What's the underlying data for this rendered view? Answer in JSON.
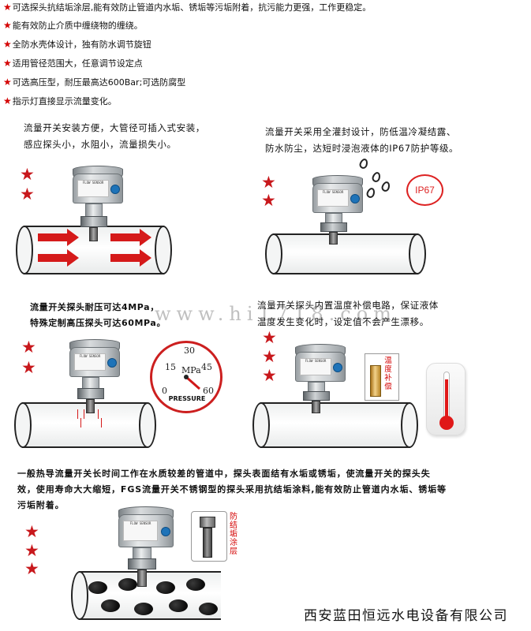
{
  "features": [
    "可选探头抗结垢涂层,能有效防止管道内水垢、锈垢等污垢附着，抗污能力更强，工作更稳定。",
    "能有效防止介质中缠绕物的缠绕。",
    "全防水壳体设计，独有防水调节旋钮",
    "适用管径范围大，任意调节设定点",
    "可选高压型，耐压最高达600Bar;可选防腐型",
    "指示灯直接显示流量变化。"
  ],
  "bullet_symbol": "★",
  "star_symbol": "★",
  "panels": {
    "install": {
      "caption": [
        "流量开关安装方便，大管径可插入式安装，",
        "感应探头小，水阻小，流量损失小。"
      ]
    },
    "sealed": {
      "caption": [
        "流量开关采用全灌封设计，防低温冷凝结露、",
        "防水防尘，达短时浸泡液体的IP67防护等级。"
      ],
      "badge": "IP67"
    },
    "pressure": {
      "caption": [
        "流量开关探头耐压可达4MPa，",
        "特殊定制高压探头可达60MPa。"
      ],
      "gauge": {
        "ticks": [
          "0",
          "15",
          "30",
          "45",
          "60"
        ],
        "unit": "MPa",
        "label": "PRESSURE"
      }
    },
    "temperature": {
      "caption": [
        "流量开关探头内置温度补偿电路，保证液体",
        "温度发生变化时，设定值不会产生漂移。"
      ],
      "probe_label": "温度补偿"
    },
    "coating": {
      "caption": [
        "一般热导流量开关长时间工作在水质较差的管道中，探头表面结有水垢或锈垢，使流量开关的探头失",
        "效，使用寿命大大缩短，FGS流量开关不锈钢型的探头采用抗结垢涂料,能有效防止管道内水垢、锈垢等",
        "污垢附着。"
      ],
      "probe_label": "防结垢涂层"
    }
  },
  "sensor_label": "FLOW SENSOR",
  "watermark": "www.hi1718.com",
  "company": "西安蓝田恒远水电设备有限公司",
  "colors": {
    "accent_red": "#d40000",
    "star_red": "#c8181c",
    "arrow_red": "#d51a1a",
    "sensor_blue": "#1e73b8"
  }
}
